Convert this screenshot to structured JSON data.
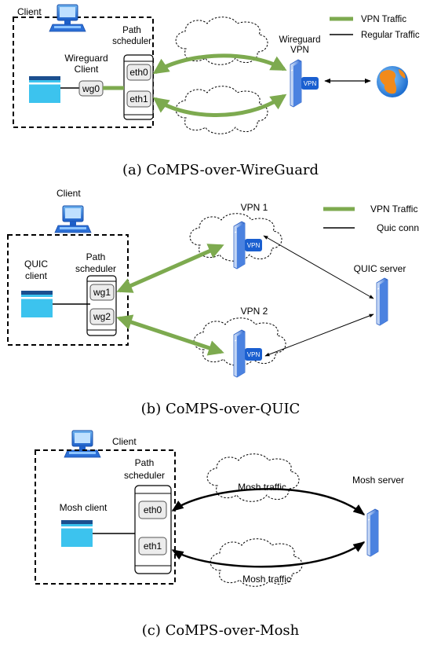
{
  "panel_a": {
    "caption": "(a) CoMPS-over-WireGuard",
    "client_label": "Client",
    "scheduler_label_1": "Path",
    "scheduler_label_2": "scheduler",
    "app_label_1": "Wireguard",
    "app_label_2": "Client",
    "iface_wg0": "wg0",
    "iface_eth0": "eth0",
    "iface_eth1": "eth1",
    "server_label_1": "Wireguard",
    "server_label_2": "VPN",
    "vpn_badge": "VPN",
    "legend": [
      {
        "label": "VPN Traffic",
        "color": "#7daa4f"
      },
      {
        "label": "Regular Traffic",
        "color": "#000000"
      }
    ]
  },
  "panel_b": {
    "caption": "(b) CoMPS-over-QUIC",
    "client_label": "Client",
    "scheduler_label_1": "Path",
    "scheduler_label_2": "scheduler",
    "app_label_1": "QUIC",
    "app_label_2": "client",
    "iface_wg1": "wg1",
    "iface_wg2": "wg2",
    "vpn1_label": "VPN 1",
    "vpn2_label": "VPN 2",
    "vpn_badge": "VPN",
    "server_label": "QUIC server",
    "legend": [
      {
        "label": "VPN Traffic",
        "color": "#7daa4f"
      },
      {
        "label": "Quic conn",
        "color": "#000000"
      }
    ]
  },
  "panel_c": {
    "caption": "(c) CoMPS-over-Mosh",
    "client_label": "Client",
    "scheduler_label_1": "Path",
    "scheduler_label_2": "scheduler",
    "app_label": "Mosh client",
    "iface_eth0": "eth0",
    "iface_eth1": "eth1",
    "traffic_top": "Mosh traffic",
    "traffic_bottom": "Mosh traffic",
    "server_label": "Mosh server"
  },
  "colors": {
    "vpn_traffic": "#7daa4f",
    "app_window": "#3cc3ee",
    "server_blue": "#2a6fd6"
  }
}
